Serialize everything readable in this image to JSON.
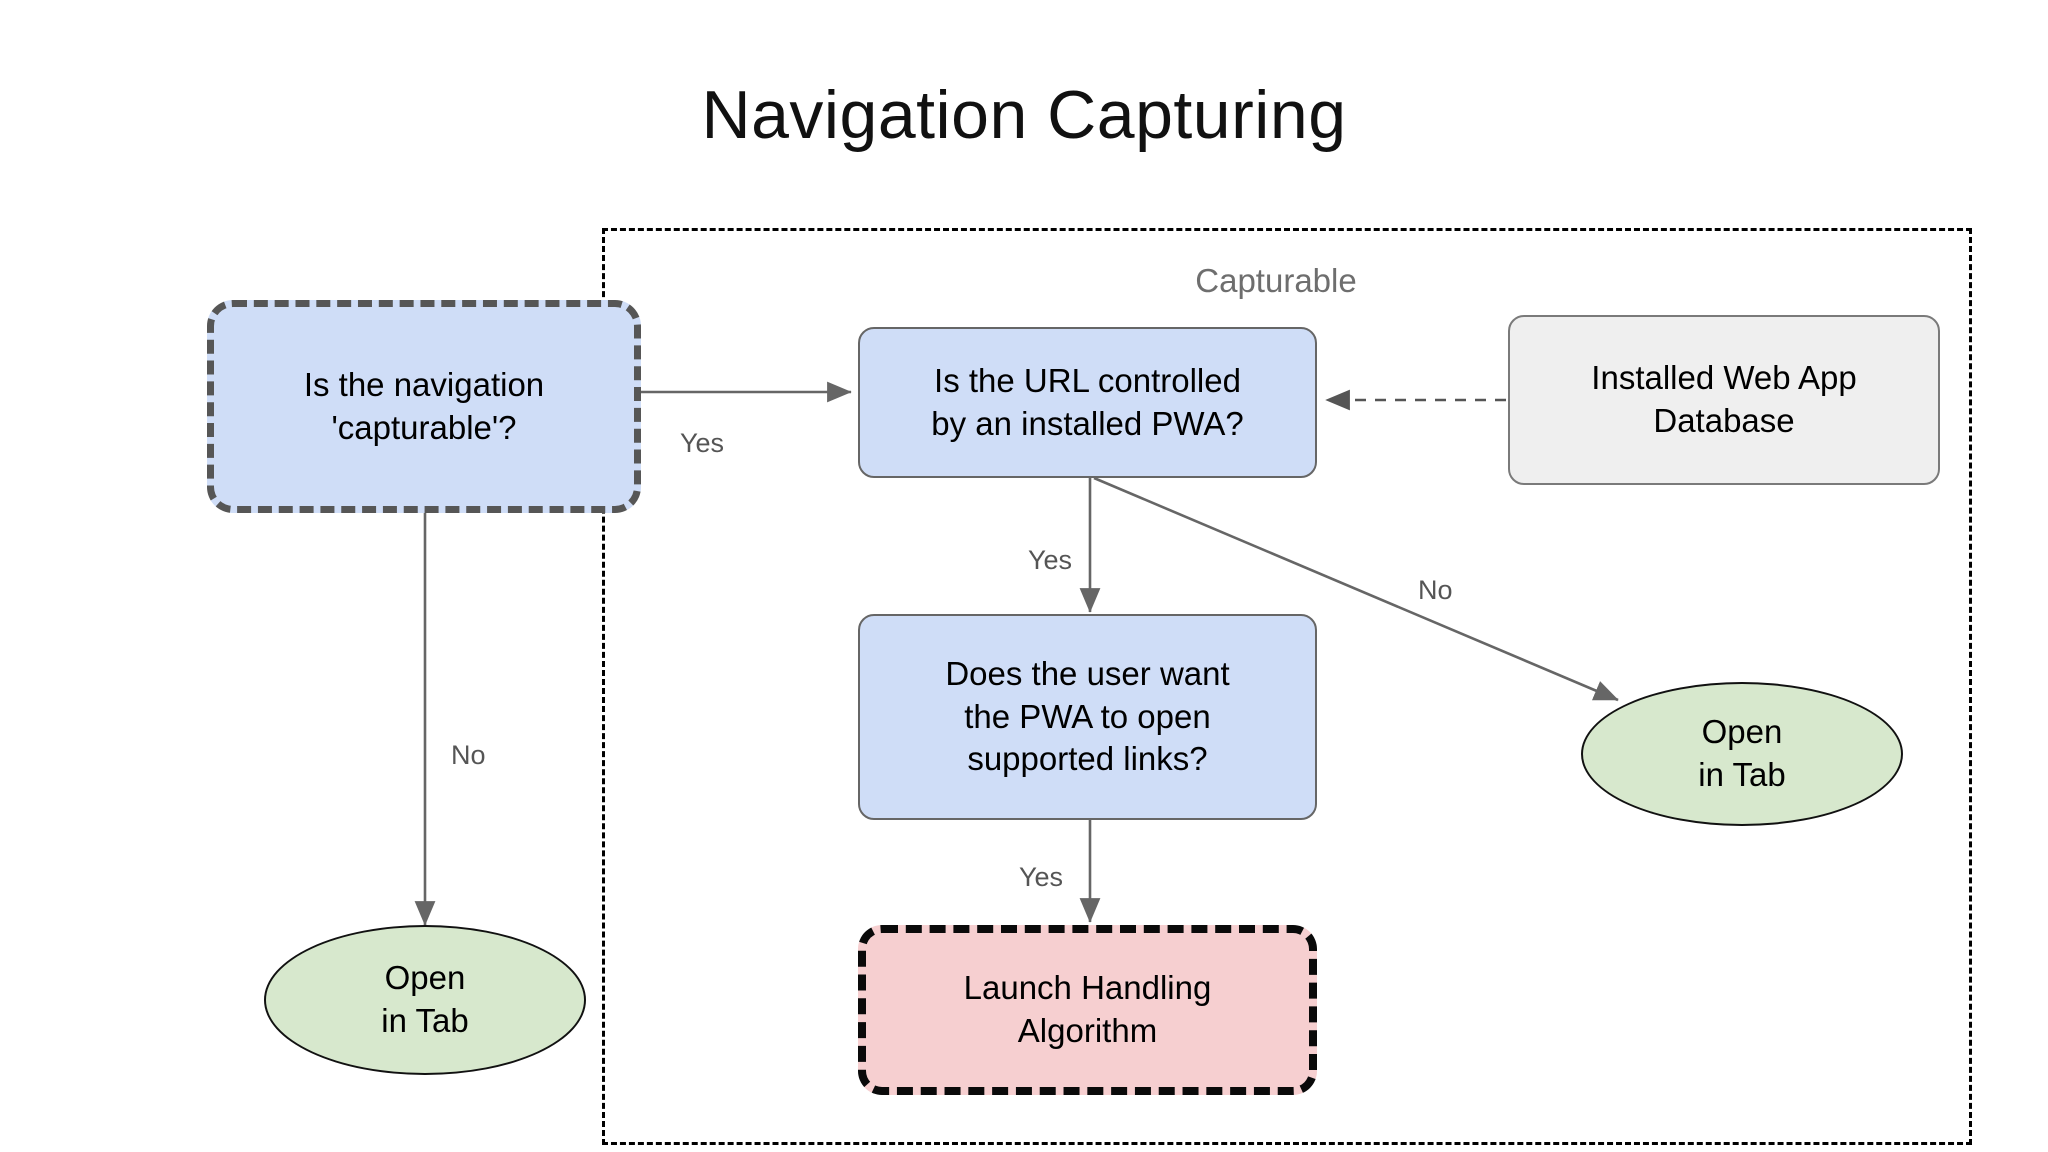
{
  "title": "Navigation Capturing",
  "group": {
    "label": "Capturable"
  },
  "nodes": {
    "is_navigation_capturable": "Is the navigation\n'capturable'?",
    "is_url_controlled": "Is the URL controlled\nby an installed PWA?",
    "installed_web_app_database": "Installed Web App\nDatabase",
    "does_user_want_pwa": "Does the user want\nthe PWA to open\nsupported links?",
    "launch_handling_algorithm": "Launch Handling\nAlgorithm",
    "open_in_tab_left": "Open\nin Tab",
    "open_in_tab_right": "Open\nin Tab"
  },
  "edge_labels": {
    "capturable_yes": "Yes",
    "capturable_no": "No",
    "url_controlled_yes": "Yes",
    "url_controlled_no": "No",
    "user_want_yes": "Yes"
  },
  "colors": {
    "decision_fill": "#cfddf7",
    "decision_border": "#666666",
    "dashed_border_gray": "#565656",
    "process_fill": "#f6cfd0",
    "process_border": "#0a0a0a",
    "datastore_fill": "#efefef",
    "datastore_border": "#7a7a7a",
    "terminal_fill": "#d7e8cd",
    "terminal_border": "#111111",
    "edge_stroke": "#666666",
    "group_border": "#000000",
    "label_text": "#555555",
    "group_label_text": "#6e6e6e",
    "background": "#ffffff"
  }
}
